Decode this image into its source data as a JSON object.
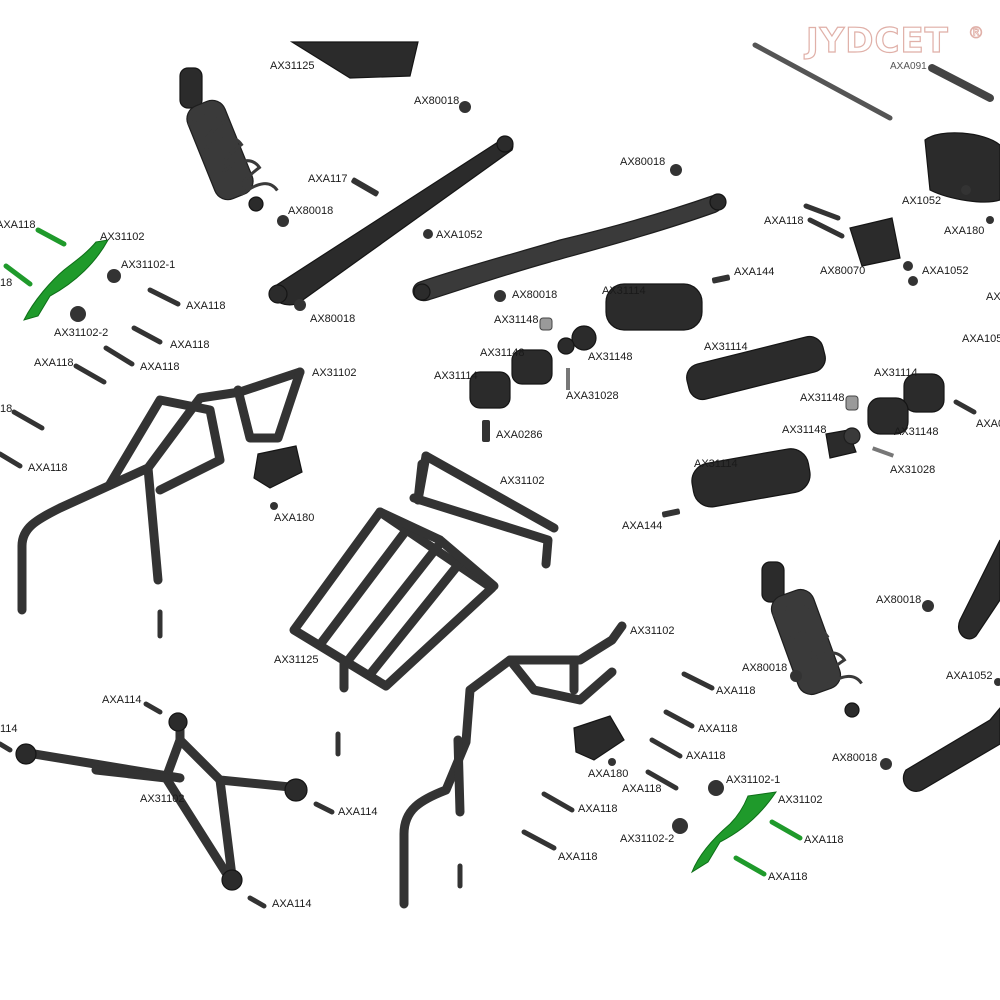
{
  "watermark": {
    "text": "JYDCET",
    "mark": "®"
  },
  "colors": {
    "parts": "#3a3a3a",
    "highlight": "#1f9a2b",
    "background": "#ffffff"
  },
  "labels": {
    "ax31125_top": "AX31125",
    "axa091": "AXA091",
    "ax80018_a": "AX80018",
    "ax80018_b": "AX80018",
    "axa117": "AXA117",
    "ax80018_c": "AX80018",
    "axa1052_a": "AXA1052",
    "ax80018_d": "AX80018",
    "axa1052_b": "AX1052",
    "axa180_tr": "AXA180",
    "axa118_tr": "AXA118",
    "ax80070": "AX80070",
    "axa1052_c": "AXA1052",
    "axa1052_d": "AXA105",
    "ax_edge": "AX",
    "axa118_l1": "AXA118",
    "axa118_l2": "18",
    "ax31102_l": "AX31102",
    "ax31102_1_l": "AX31102-1",
    "axa118_l3": "AXA118",
    "ax31102_2_l": "AX31102-2",
    "axa118_l4": "AXA118",
    "axa118_l5": "AXA118",
    "axa118_l6": "AXA118",
    "axa118_l7": "18",
    "axa118_l8": "AXA118",
    "ax80018_e": "AX80018",
    "ax31148_a": "AX31148",
    "ax31114_a": "AX31114",
    "axa144_a": "AXA144",
    "ax31148_b": "AX31148",
    "ax31148_c": "AX31148",
    "ax31114_b": "AX31114",
    "axa31028_a": "AXA31028",
    "ax31114_c": "AX31114",
    "ax31148_d": "AX31148",
    "ax31114_d": "AX31114",
    "ax31148_e": "AX31148",
    "ax31148_f": "AX31148",
    "axa0286": "AXA0286",
    "ax31114_e": "AX31114",
    "ax31028_b": "AX31028",
    "axa0_edge": "AXA0",
    "axa144_b": "AXA144",
    "ax31102_c": "AX31102",
    "ax31102_m": "AX31102",
    "axa180_m": "AXA180",
    "ax31125_m": "AX31125",
    "ax31102_b": "AX31102",
    "ax80018_f": "AX80018",
    "ax80018_g": "AX80018",
    "axa1052_e": "AXA1052",
    "axa118_b1": "AXA118",
    "axa118_b2": "AXA118",
    "axa118_b3": "AXA118",
    "axa180_b": "AXA180",
    "axa118_b4": "AXA118",
    "ax80018_h": "AX80018",
    "ax31102_1_b": "AX31102-1",
    "ax31102_r": "AX31102",
    "axa118_b5": "AXA118",
    "axa118_b6": "AXA118",
    "ax31102_2_b": "AX31102-2",
    "axa118_b7": "AXA118",
    "axa118_b8": "AXA118",
    "axa114_a": "AXA114",
    "axa114_edge": "114",
    "ax31102_x": "AX31102",
    "axa114_b": "AXA114",
    "axa114_c": "AXA114"
  }
}
